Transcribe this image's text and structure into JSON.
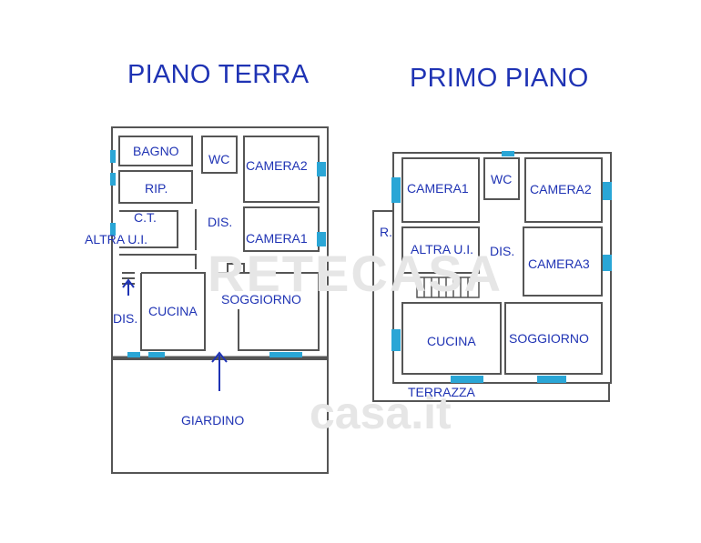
{
  "floors": [
    {
      "title": "PIANO TERRA",
      "rooms": [
        "BAGNO",
        "WC",
        "CAMERA2",
        "RIP.",
        "C.T.",
        "DIS.",
        "ALTRA U.I.",
        "CAMERA1",
        "CUCINA",
        "SOGGIORNO",
        "DIS."
      ],
      "outdoor": "GIARDINO"
    },
    {
      "title": "PRIMO PIANO",
      "rooms": [
        "CAMERA1",
        "WC",
        "CAMERA2",
        "R.",
        "ALTRA U.I.",
        "DIS.",
        "CAMERA3",
        "CUCINA",
        "SOGGIORNO"
      ],
      "outdoor": "TERRAZZA"
    }
  ],
  "watermarks": {
    "brand": "RETECASA",
    "portal": "casa.it"
  },
  "colors": {
    "label": "#1f33b4",
    "wall": "#555555",
    "window": "#2aa6d6",
    "watermark": "#e6e6e6"
  }
}
